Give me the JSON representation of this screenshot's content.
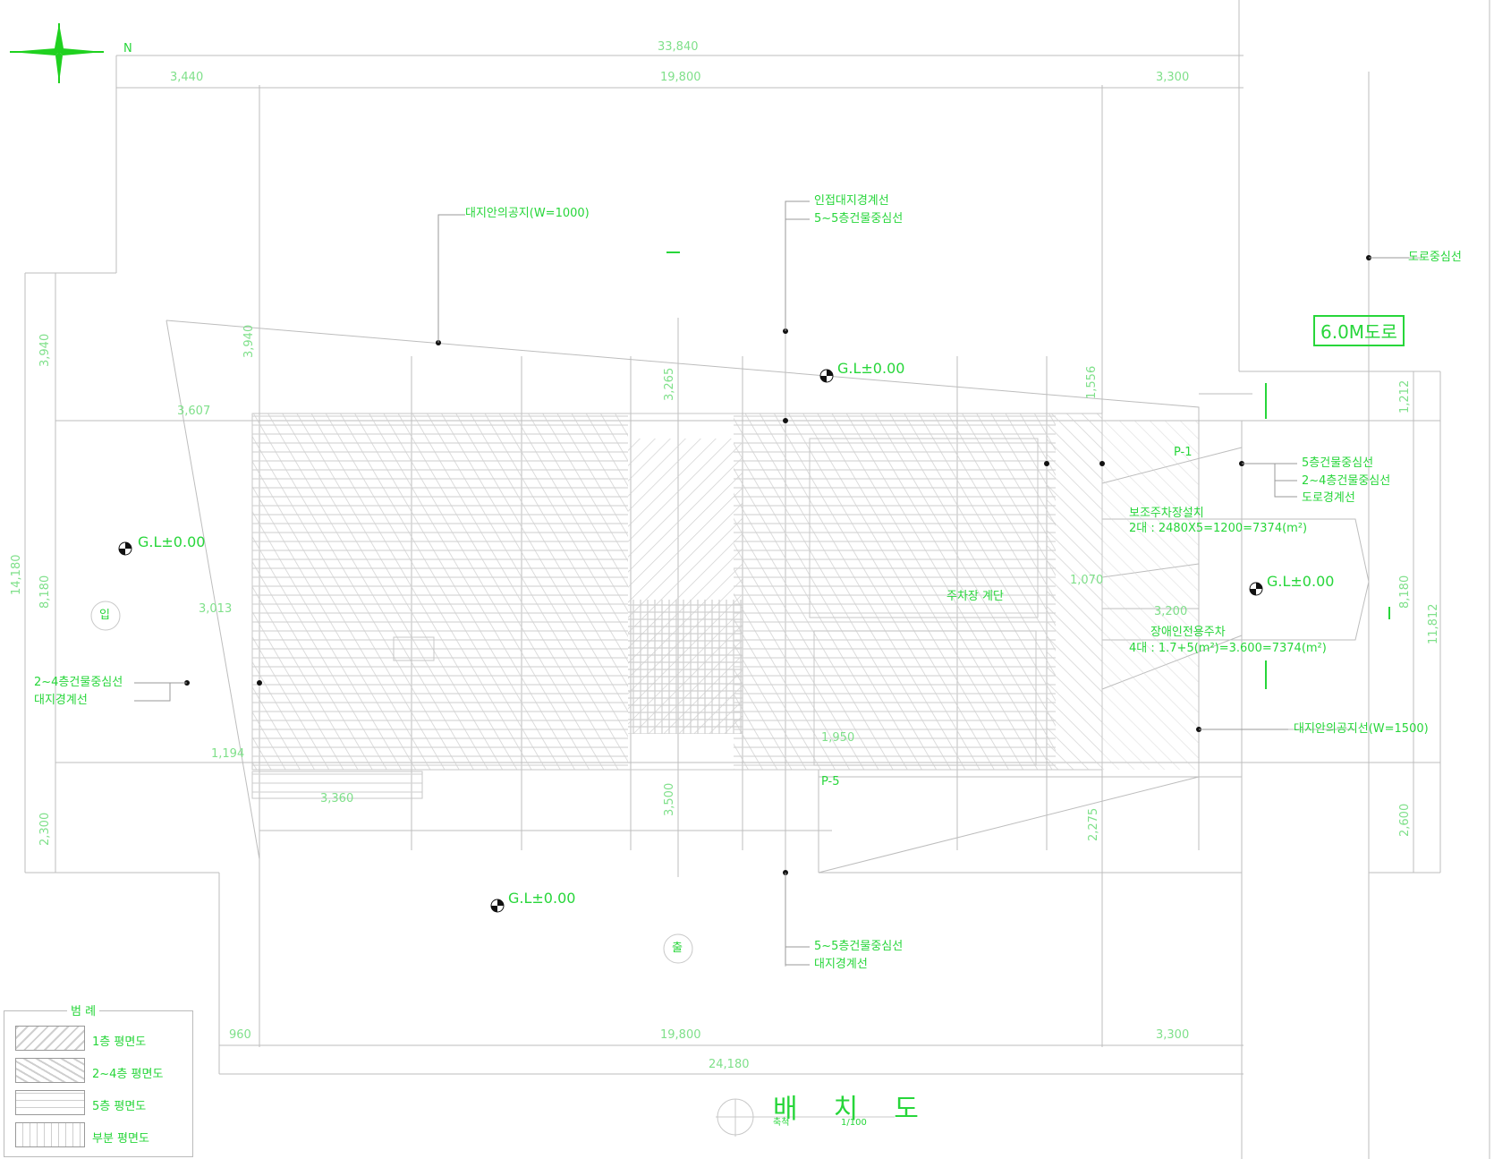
{
  "dims": {
    "top_total": "33,840",
    "top_left": "3,440",
    "top_mid": "19,800",
    "top_right": "3,300",
    "bottom_left": "960",
    "bottom_mid": "19,800",
    "bottom_right": "3,300",
    "bottom_total": "24,180",
    "left_overall": "14,180",
    "left_top": "3,940",
    "left_mid": "8,180",
    "left_bottom": "2,300",
    "right_overall": "11,812",
    "right_top": "1,212",
    "right_mid": "8,180",
    "right_bottom": "2,600",
    "d_3607": "3,607",
    "d_3013": "3,013",
    "d_1194": "1,194",
    "d_3360": "3,360",
    "d_3265": "3,265",
    "d_3500": "3,500",
    "d_3940": "3,940",
    "d_1556": "1,556",
    "d_1070": "1,070",
    "d_3200": "3,200",
    "d_2275": "2,275",
    "d_1950": "1,950"
  },
  "labels": {
    "north": "N",
    "road": "6.0M도로",
    "road_center": "도로중심선",
    "green_strip_top": "대지안의공지(W=1000)",
    "green_strip_right": "대지안의공지선(W=1500)",
    "leader_top_1": "인접대지경계선",
    "leader_top_2": "5~5층건물중심선",
    "leader_right_1": "5층건물중심선",
    "leader_right_2": "2~4층건물중심선",
    "leader_right_3": "도로경계선",
    "leader_left_1": "2~4층건물중심선",
    "leader_left_2": "대지경계선",
    "leader_bottom_1": "5~5층건물중심선",
    "leader_bottom_2": "대지경계선",
    "parking_1": "보조주차장설치",
    "parking_2": "2대 : 2480X5=1200=7374(m²)",
    "parking_3": "장애인전용주차",
    "parking_4": "4대 : 1.7+5(m²)=3.600=7374(m²)",
    "main_parking": "주차장 계단",
    "gl_1": "G.L±0.00",
    "gl_2": "G.L±0.00",
    "gl_3": "G.L±0.00",
    "gl_4": "G.L±0.00",
    "p1": "P-1",
    "p5": "P-5",
    "entrance_1": "입",
    "entrance_2": "출"
  },
  "legend": {
    "title": "범 례",
    "item1": "1층 평면도",
    "item2": "2~4층 평면도",
    "item3": "5층 평면도",
    "item4": "부분 평면도"
  },
  "title": {
    "main": "배치도",
    "scale_label": "축척",
    "scale": "1/100"
  },
  "colors": {
    "label": "#27d63a",
    "line": "#b9b9b9",
    "hatch": "#d0d0d0",
    "north_arrow": "#1fd11f"
  }
}
